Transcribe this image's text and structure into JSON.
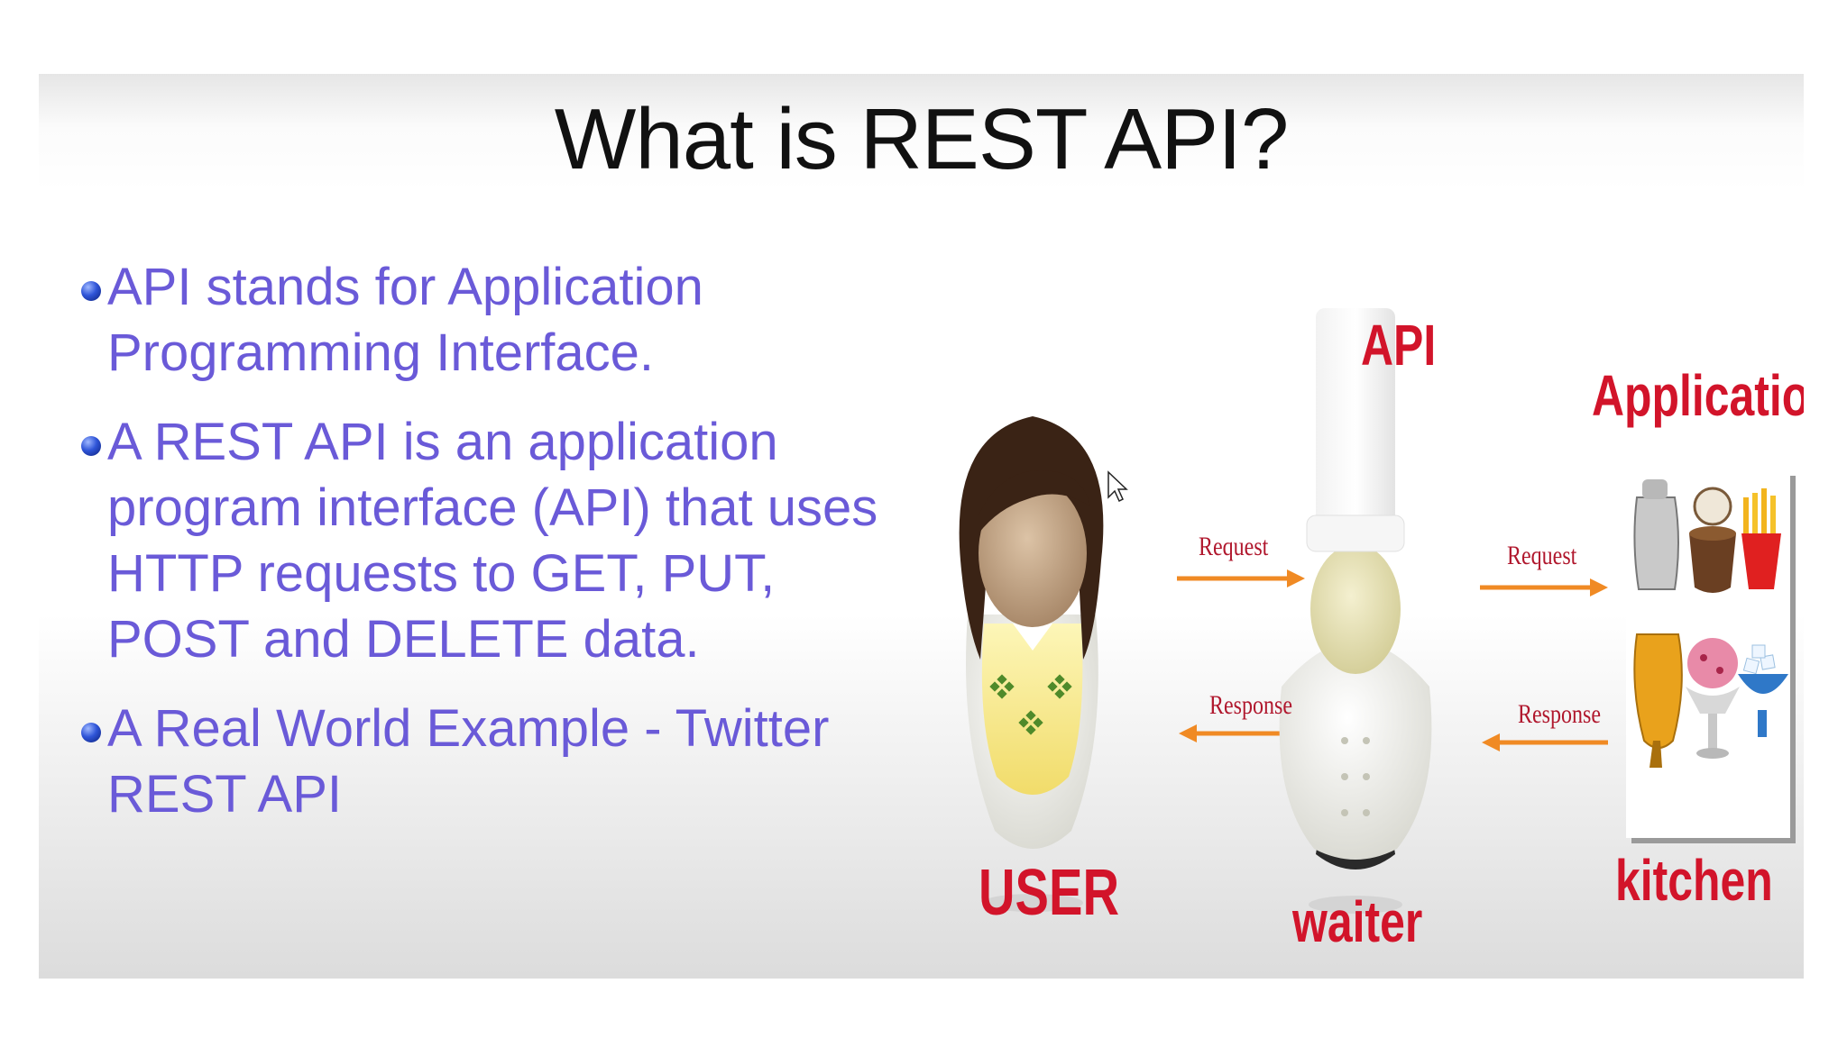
{
  "slide": {
    "title": "What is REST API?",
    "bullets": [
      "API stands for Application Programming Interface.",
      "A REST API is an application program interface (API) that uses HTTP requests to GET, PUT, POST and DELETE data.",
      "A Real World Example - Twitter REST API"
    ]
  },
  "diagram": {
    "api_label": "API",
    "application_label": "Application",
    "request_label_1": "Request",
    "response_label_1": "Response",
    "request_label_2": "Request",
    "response_label_2": "Response",
    "user_label": "USER",
    "waiter_label": "waiter",
    "kitchen_label": "kitchen"
  },
  "colors": {
    "bullet_text": "#6a5ad8",
    "diagram_label": "#d2142a",
    "arrow": "#f08a24",
    "title": "#111111"
  },
  "icons": [
    "bullet-dot",
    "user-figure",
    "waiter-figure",
    "kitchen-food-image",
    "arrow-right-icon",
    "arrow-left-icon",
    "mouse-cursor-icon"
  ]
}
